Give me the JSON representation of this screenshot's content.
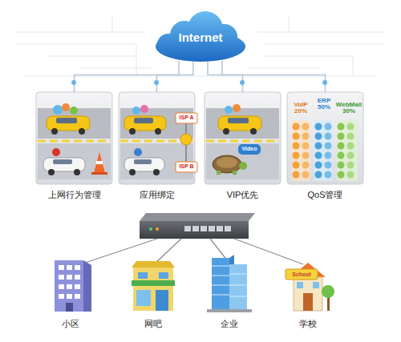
{
  "diagram": {
    "nodes": [
      {
        "text": [
          "Internet"
        ]
      },
      {
        "text": [
          "上网行为管理"
        ]
      },
      {
        "text": [
          "应用绑定"
        ]
      },
      {
        "text": [
          "VIP优先"
        ]
      },
      {
        "text": [
          "QoS管理"
        ]
      },
      {
        "text": [
          "小区"
        ]
      },
      {
        "text": [
          "网吧"
        ]
      },
      {
        "text": [
          "企业"
        ]
      },
      {
        "text": [
          "学校"
        ]
      }
    ],
    "edges": [
      {
        "from": 0,
        "to": 1,
        "arrow": "none"
      },
      {
        "from": 0,
        "to": 2,
        "arrow": "none"
      },
      {
        "from": 0,
        "to": 3,
        "arrow": "none"
      },
      {
        "from": 0,
        "to": 4,
        "arrow": "none"
      }
    ],
    "labels": [
      "ISP A",
      "ISP B",
      "Video",
      "ERP 50%",
      "VoIP 20%",
      "WebMail 30%",
      "School"
    ]
  }
}
